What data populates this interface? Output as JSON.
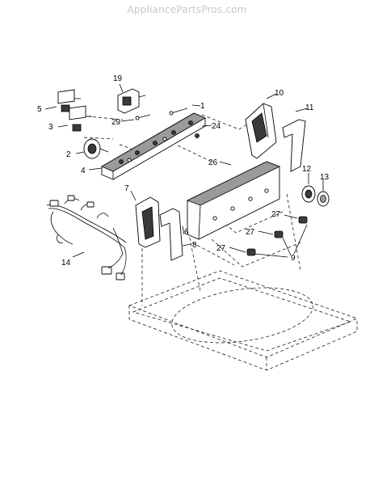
{
  "watermark": "AppliancePartsPros.com",
  "callouts": {
    "c1": "1",
    "c2": "2",
    "c3": "3",
    "c4": "4",
    "c5": "5",
    "c6": "6",
    "c7": "7",
    "c8": "8",
    "c9": "9",
    "c10": "10",
    "c11": "11",
    "c12": "12",
    "c13": "13",
    "c14": "14",
    "c19": "19",
    "c24": "24",
    "c26": "26",
    "c27a": "27",
    "c27b": "27",
    "c27c": "27",
    "c29": "29"
  }
}
